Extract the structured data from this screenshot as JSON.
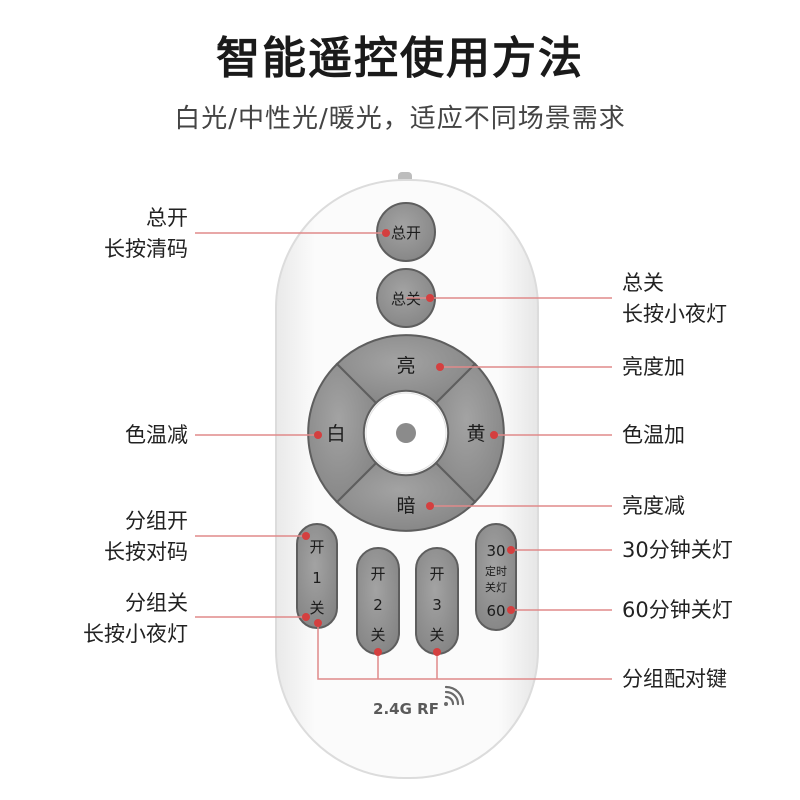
{
  "title": "智能遥控使用方法",
  "subtitle": "白光/中性光/暖光，适应不同场景需求",
  "remote": {
    "buttons": {
      "master_on": "总开",
      "master_off": "总关",
      "bright": "亮",
      "dim": "暗",
      "white": "白",
      "yellow": "黄",
      "group1": [
        "开",
        "1",
        "关"
      ],
      "group2": [
        "开",
        "2",
        "关"
      ],
      "group3": [
        "开",
        "3",
        "关"
      ],
      "timer": [
        "30",
        "定时",
        "关灯",
        "60"
      ]
    },
    "rf_label": "2.4G RF"
  },
  "callouts": {
    "master_on": [
      "总开",
      "长按清码"
    ],
    "master_off": [
      "总关",
      "长按小夜灯"
    ],
    "brightness_up": [
      "亮度加"
    ],
    "color_temp_down": [
      "色温减"
    ],
    "color_temp_up": [
      "色温加"
    ],
    "brightness_down": [
      "亮度减"
    ],
    "group_on": [
      "分组开",
      "长按对码"
    ],
    "timer_30": [
      "30分钟关灯"
    ],
    "group_off": [
      "分组关",
      "长按小夜灯"
    ],
    "timer_60": [
      "60分钟关灯"
    ],
    "pairing": [
      "分组配对键"
    ]
  },
  "colors": {
    "button_gray": "#8d8d8d",
    "remote_body": "#fafafa",
    "leader_line": "#e08a8a",
    "dot": "#d43f3f"
  }
}
